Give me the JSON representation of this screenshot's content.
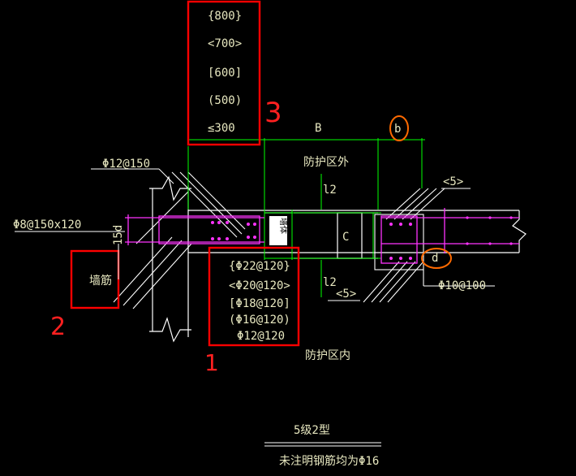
{
  "top_box": {
    "lines": [
      "{800}",
      "<700>",
      "[600]",
      "(500)",
      "≤300"
    ],
    "annotation": "3"
  },
  "bottom_box": {
    "lines": [
      "{Φ22@120}",
      "<Φ20@120>",
      "[Φ18@120]",
      "(Φ16@120)",
      "Φ12@120"
    ],
    "annotation": "1"
  },
  "left_box": {
    "label": "墙筋",
    "annotation": "2"
  },
  "labels": {
    "dim_b": "B",
    "circle_b": "b",
    "outside": "防护区外",
    "inside": "防护区内",
    "l2_top": "l2",
    "l2_bottom": "l2",
    "rebar_top": "Φ12@150",
    "rebar_left": "Φ8@150x120",
    "dim_15d": "15d",
    "five_top": "<5>",
    "five_bottom": "<5>",
    "rebar_right": "Φ10@100",
    "small_d": "d",
    "wall_label": "墙体",
    "box_c": "C"
  },
  "title": {
    "main": "5级2型",
    "note": "未注明钢筋均为Φ16"
  },
  "colors": {
    "background": "#000000",
    "line": "#ffffff",
    "green": "#00ff00",
    "magenta": "#ff33ff",
    "red": "#ff0000",
    "orange": "#ff6a00",
    "cyan": "#00ffff",
    "yellow": "#ffff66"
  }
}
